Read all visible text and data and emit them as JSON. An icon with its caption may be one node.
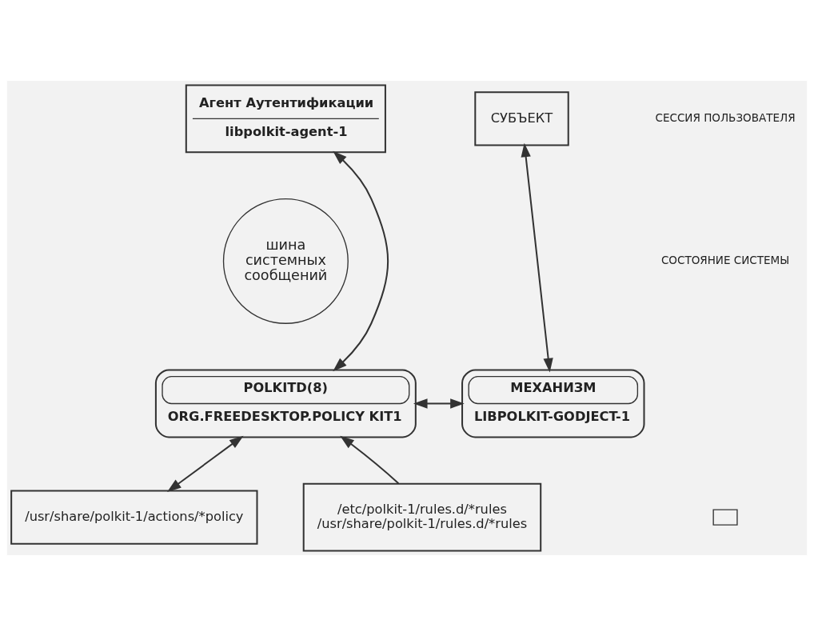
{
  "diagram": {
    "nodes": [
      {
        "text": [
          "Агент Аутентификации",
          "libpolkit-agent-1"
        ]
      },
      {
        "text": [
          "СУБЪЕКТ"
        ]
      },
      {
        "text": [
          "шина системных сообщений"
        ]
      },
      {
        "text": [
          "POLKITD(8)",
          "ORG.FREEDESKTOP.POLICY KIT1"
        ]
      },
      {
        "text": [
          "МЕХАНИЗМ",
          "LIBPOLKIT-GODJECT-1"
        ]
      },
      {
        "text": [],
        "shape": "box"
      },
      {
        "text": [
          "/usr/share/polkit-1/actions/*policy"
        ]
      },
      {
        "text": [
          "/etc/polkit-1/rules.d/*rules",
          "/usr/share/polkit-1/rules.d/*rules"
        ]
      }
    ],
    "edges": [
      {
        "from": 3,
        "to": 0,
        "arrow": "both"
      },
      {
        "from": 4,
        "to": 1,
        "arrow": "both"
      },
      {
        "from": 3,
        "to": 4,
        "arrow": "both"
      },
      {
        "from": 3,
        "to": 6,
        "arrow": "both"
      },
      {
        "from": 7,
        "to": 3,
        "arrow": "to"
      }
    ],
    "labels": [
      "СЕССИЯ ПОЛЬЗОВАТЕЛЯ",
      "СОСТОЯНИЕ СИСТЕМЫ"
    ]
  }
}
